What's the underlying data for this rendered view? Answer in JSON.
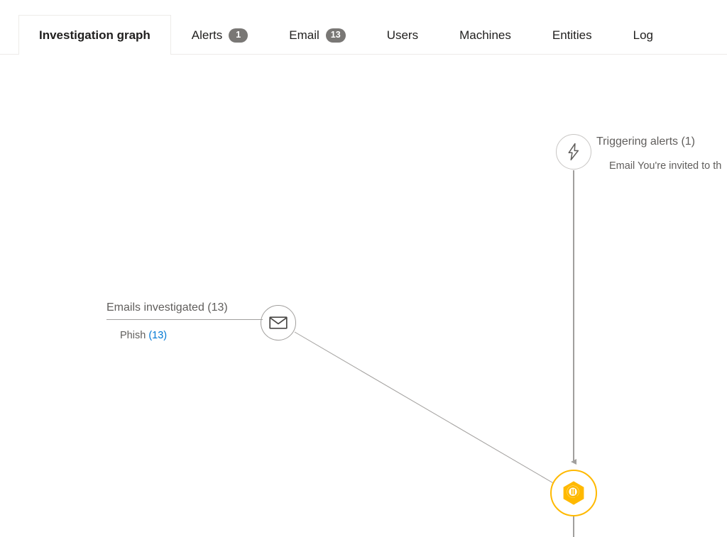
{
  "tabs": [
    {
      "label": "Investigation graph",
      "badge": null,
      "active": true,
      "name": "tab-investigation-graph"
    },
    {
      "label": "Alerts",
      "badge": "1",
      "active": false,
      "name": "tab-alerts"
    },
    {
      "label": "Email",
      "badge": "13",
      "active": false,
      "name": "tab-email"
    },
    {
      "label": "Users",
      "badge": null,
      "active": false,
      "name": "tab-users"
    },
    {
      "label": "Machines",
      "badge": null,
      "active": false,
      "name": "tab-machines"
    },
    {
      "label": "Entities",
      "badge": null,
      "active": false,
      "name": "tab-entities"
    },
    {
      "label": "Log",
      "badge": null,
      "active": false,
      "name": "tab-log"
    }
  ],
  "graph": {
    "alerts_node": {
      "icon": "lightning-bolt-icon",
      "title": "Triggering alerts (1)",
      "subtitle": "Email You're invited to th"
    },
    "emails_node": {
      "icon": "envelope-icon",
      "title": "Emails investigated (13)",
      "sub_label": "Phish",
      "sub_count": "(13)"
    },
    "investigation_node": {
      "icon": "investigation-hexagon-icon"
    }
  },
  "colors": {
    "accent_orange": "#ffb900",
    "link_blue": "#0078d4",
    "badge_gray": "#797775",
    "edge_gray": "#a19f9d",
    "text_gray": "#605e5c",
    "border_light": "#edebe9"
  }
}
